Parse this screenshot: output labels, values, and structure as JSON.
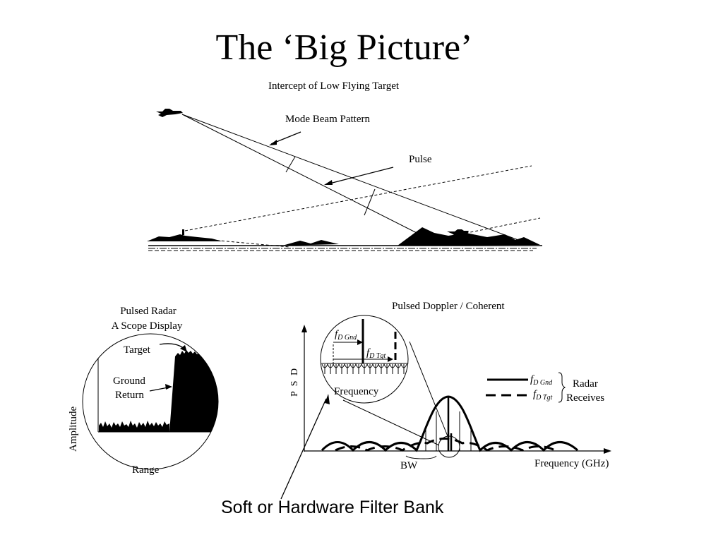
{
  "title": "The ‘Big Picture’",
  "scenario": {
    "subtitle": "Intercept of Low Flying Target",
    "mode_beam_label": "Mode Beam Pattern",
    "pulse_label": "Pulse"
  },
  "a_scope": {
    "title_line1": "Pulsed Radar",
    "title_line2": "A Scope Display",
    "target_label": "Target",
    "ground_line1": "Ground",
    "ground_line2": "Return",
    "x_label": "Range",
    "y_label": "Amplitude"
  },
  "doppler": {
    "title": "Pulsed Doppler / Coherent",
    "y_label": "P S D",
    "x_label": "Frequency (GHz)",
    "bw_label": "BW",
    "inset_frequency_label": "Frequency",
    "fd_symbol": "f",
    "fd_gnd_sub": "D Gnd",
    "fd_tgt_sub": "D Tgt",
    "radar_receives_line1": "Radar",
    "radar_receives_line2": "Receives"
  },
  "footer": {
    "caption": "Soft or Hardware Filter Bank"
  }
}
